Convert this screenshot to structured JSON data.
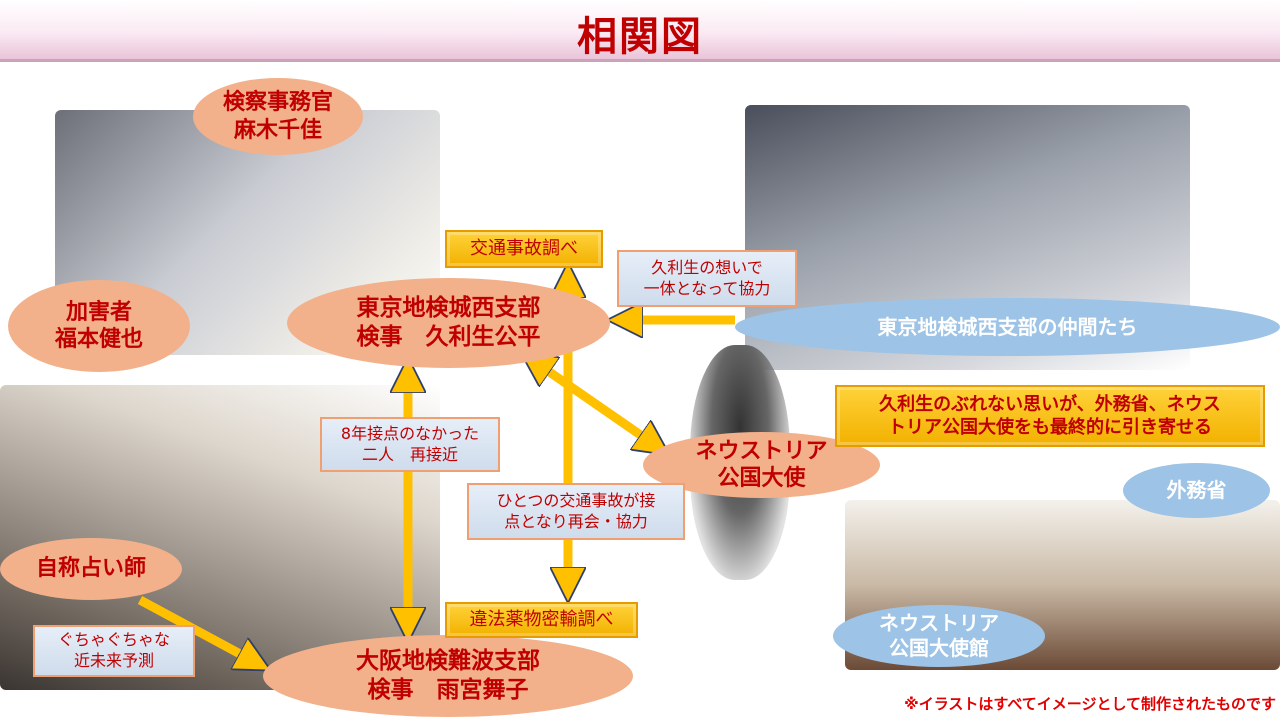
{
  "title": "相関図",
  "people": {
    "jimukan": "検察事務官\n麻木千佳",
    "kagaisha": "加害者\n福本健也",
    "kuryu": "東京地検城西支部\n検事　久利生公平",
    "nakama": "東京地検城西支部の仲間たち",
    "taishi": "ネウストリア\n公国大使",
    "uranaishi": "自称占い師",
    "amamiya": "大阪地検難波支部\n検事　雨宮舞子",
    "gaimusho": "外務省",
    "taishikan": "ネウストリア\n公国大使館"
  },
  "labels": {
    "kotsu": "交通事故調べ",
    "omoi": "久利生の想いで\n一体となって協力",
    "hachinen": "8年接点のなかった\n二人　再接近",
    "hitotsu": "ひとつの交通事故が接\n点となり再会・協力",
    "mayaku": "違法薬物密輸調べ",
    "guchagucha": "ぐちゃぐちゃな\n近未来予測",
    "summary": "久利生のぶれない思いが、外務省、ネウス\nトリア公国大使をも最終的に引き寄せる"
  },
  "footnote": "※イラストはすべてイメージとして制作されたものです",
  "colors": {
    "accent": "#c00000",
    "arrow": "#ffc000",
    "oval": "#f2b18a",
    "blue": "#9dc3e6"
  }
}
